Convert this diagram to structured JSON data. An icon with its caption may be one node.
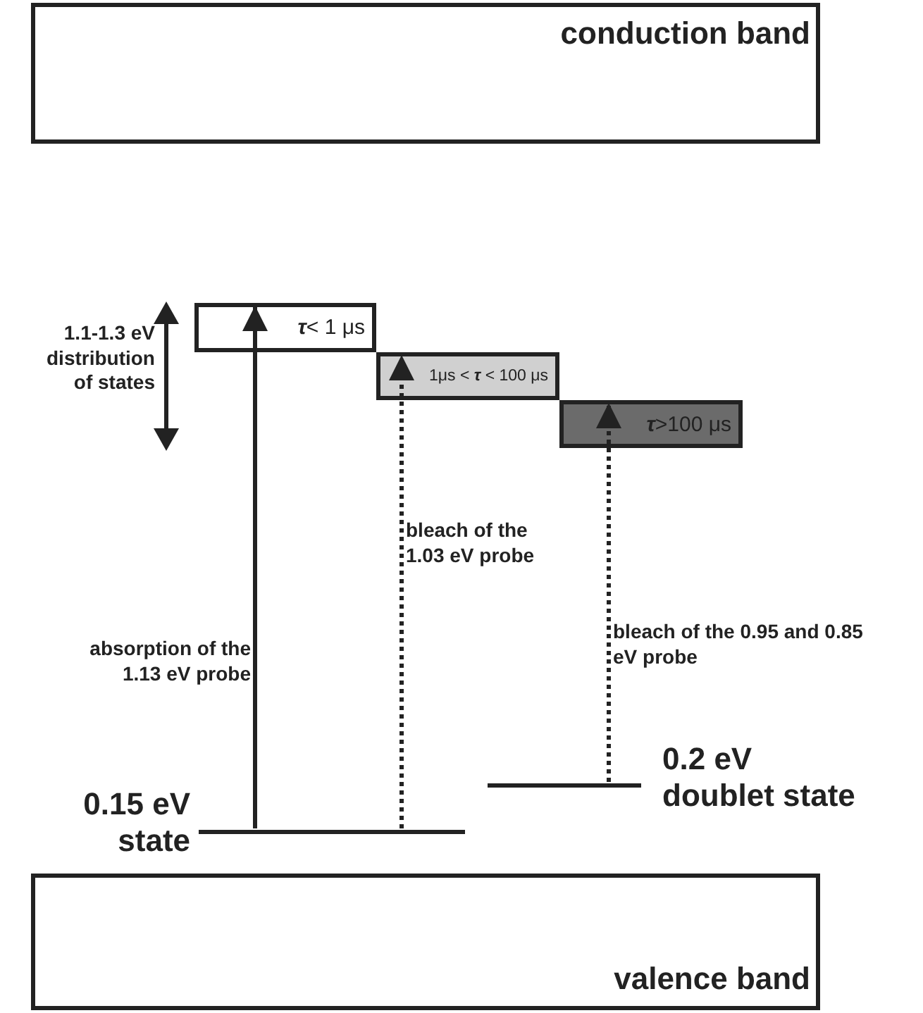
{
  "diagram": {
    "nodes": [
      {
        "text": [
          "conduction band"
        ]
      },
      {
        "text": [
          "*τ*< 1 μs"
        ]
      },
      {
        "text": [
          "1μs < *τ* < 100 μs"
        ]
      },
      {
        "text": [
          "*τ*>100 μs"
        ]
      },
      {
        "text": [
          "0.15 eV state"
        ]
      },
      {
        "text": [
          "0.2 eV doublet state"
        ]
      },
      {
        "text": [
          "valence band"
        ]
      }
    ],
    "edges": [
      {
        "from": 4,
        "to": 1,
        "arrow": "to",
        "label": "absorption of the 1.13 eV probe"
      },
      {
        "from": 4,
        "to": 2,
        "arrow": "to",
        "label": "bleach of the 1.03 eV probe",
        "style": "dashed"
      },
      {
        "from": 5,
        "to": 3,
        "arrow": "to",
        "label": "bleach of the 0.95 and 0.85 eV probe",
        "style": "dashed"
      }
    ],
    "labels": [
      "1.1-1.3 eV distribution of states"
    ]
  }
}
